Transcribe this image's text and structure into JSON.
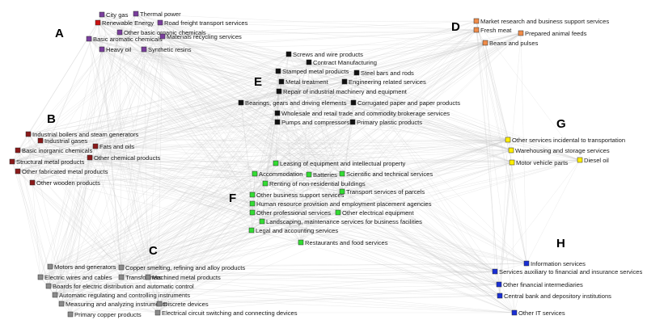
{
  "groups": [
    {
      "letter": "A",
      "color": "#7b3f9e"
    },
    {
      "letter": "B",
      "color": "#8b1a1a"
    },
    {
      "letter": "C",
      "color": "#8c8c8c"
    },
    {
      "letter": "D",
      "color": "#f08c4a"
    },
    {
      "letter": "E",
      "color": "#111111"
    },
    {
      "letter": "F",
      "color": "#33dd33"
    },
    {
      "letter": "G",
      "color": "#ffee00"
    },
    {
      "letter": "H",
      "color": "#1a2fd6"
    }
  ],
  "nodes": [
    {
      "group": "A",
      "label": "City gas"
    },
    {
      "group": "A",
      "label": "Thermal power"
    },
    {
      "group": "A",
      "label": "Renewable Energy",
      "color": "#cc1111"
    },
    {
      "group": "A",
      "label": "Road freight transport services"
    },
    {
      "group": "A",
      "label": "Other basic organic chemicals"
    },
    {
      "group": "A",
      "label": "Basic aromatic chemicals"
    },
    {
      "group": "A",
      "label": "Materials recycling services"
    },
    {
      "group": "A",
      "label": "Heavy oil"
    },
    {
      "group": "A",
      "label": "Synthetic resins"
    },
    {
      "group": "B",
      "label": "Industrial boilers and steam generators"
    },
    {
      "group": "B",
      "label": "Industrial gases"
    },
    {
      "group": "B",
      "label": "Fats and oils"
    },
    {
      "group": "B",
      "label": "Basic inorganic chemicals"
    },
    {
      "group": "B",
      "label": "Other chemical products"
    },
    {
      "group": "B",
      "label": "Structural metal products"
    },
    {
      "group": "B",
      "label": "Other fabricated metal products"
    },
    {
      "group": "B",
      "label": "Other wooden products"
    },
    {
      "group": "C",
      "label": "Motors and generators"
    },
    {
      "group": "C",
      "label": "Copper smelting, refining and alloy products"
    },
    {
      "group": "C",
      "label": "Electric wires and cables"
    },
    {
      "group": "C",
      "label": "Transformers"
    },
    {
      "group": "C",
      "label": "Machined metal products"
    },
    {
      "group": "C",
      "label": "Boards for electric distribution and automatic control"
    },
    {
      "group": "C",
      "label": "Automatic regulating and controlling instruments"
    },
    {
      "group": "C",
      "label": "Measuring and analyzing instruments"
    },
    {
      "group": "C",
      "label": "Discrete devices"
    },
    {
      "group": "C",
      "label": "Primary copper products"
    },
    {
      "group": "C",
      "label": "Electrical circuit switching and connecting devices"
    },
    {
      "group": "D",
      "label": "Market research and business support services"
    },
    {
      "group": "D",
      "label": "Fresh meat"
    },
    {
      "group": "D",
      "label": "Prepared animal feeds"
    },
    {
      "group": "D",
      "label": "Beans and pulses"
    },
    {
      "group": "E",
      "label": "Screws and wire products"
    },
    {
      "group": "E",
      "label": "Contract Manufacturing"
    },
    {
      "group": "E",
      "label": "Stamped metal products"
    },
    {
      "group": "E",
      "label": "Steel bars and rods"
    },
    {
      "group": "E",
      "label": "Metal treatment"
    },
    {
      "group": "E",
      "label": "Engineering related services"
    },
    {
      "group": "E",
      "label": "Repair of industrial machinery and equipment"
    },
    {
      "group": "E",
      "label": "Bearings, gears and driving elements"
    },
    {
      "group": "E",
      "label": "Corrugated paper and paper products"
    },
    {
      "group": "E",
      "label": "Wholesale and retail trade and commodity brokerage services"
    },
    {
      "group": "E",
      "label": "Pumps and compressors"
    },
    {
      "group": "E",
      "label": "Primary plastic products"
    },
    {
      "group": "F",
      "label": "Leasing of equipment and intellectual property"
    },
    {
      "group": "F",
      "label": "Accommodation"
    },
    {
      "group": "F",
      "label": "Batteries"
    },
    {
      "group": "F",
      "label": "Scientific and technical services"
    },
    {
      "group": "F",
      "label": "Renting of non-residential buildings"
    },
    {
      "group": "F",
      "label": "Transport services of parcels"
    },
    {
      "group": "F",
      "label": "Other business support services"
    },
    {
      "group": "F",
      "label": "Human resource provision and employment placement agencies"
    },
    {
      "group": "F",
      "label": "Other professional services"
    },
    {
      "group": "F",
      "label": "Other electrical equipment"
    },
    {
      "group": "F",
      "label": "Landscaping, maintenance services for business facilities"
    },
    {
      "group": "F",
      "label": "Legal and accounting services"
    },
    {
      "group": "F",
      "label": "Restaurants and food services"
    },
    {
      "group": "G",
      "label": "Other services incidental to transportation"
    },
    {
      "group": "G",
      "label": "Warehousing and storage services"
    },
    {
      "group": "G",
      "label": "Diesel oil"
    },
    {
      "group": "G",
      "label": "Motor vehicle parts"
    },
    {
      "group": "H",
      "label": "Information services"
    },
    {
      "group": "H",
      "label": "Services auxiliary to financial and insurance services"
    },
    {
      "group": "H",
      "label": "Other financial intermediaries"
    },
    {
      "group": "H",
      "label": "Central bank and depository institutions"
    },
    {
      "group": "H",
      "label": "Other IT services"
    }
  ]
}
